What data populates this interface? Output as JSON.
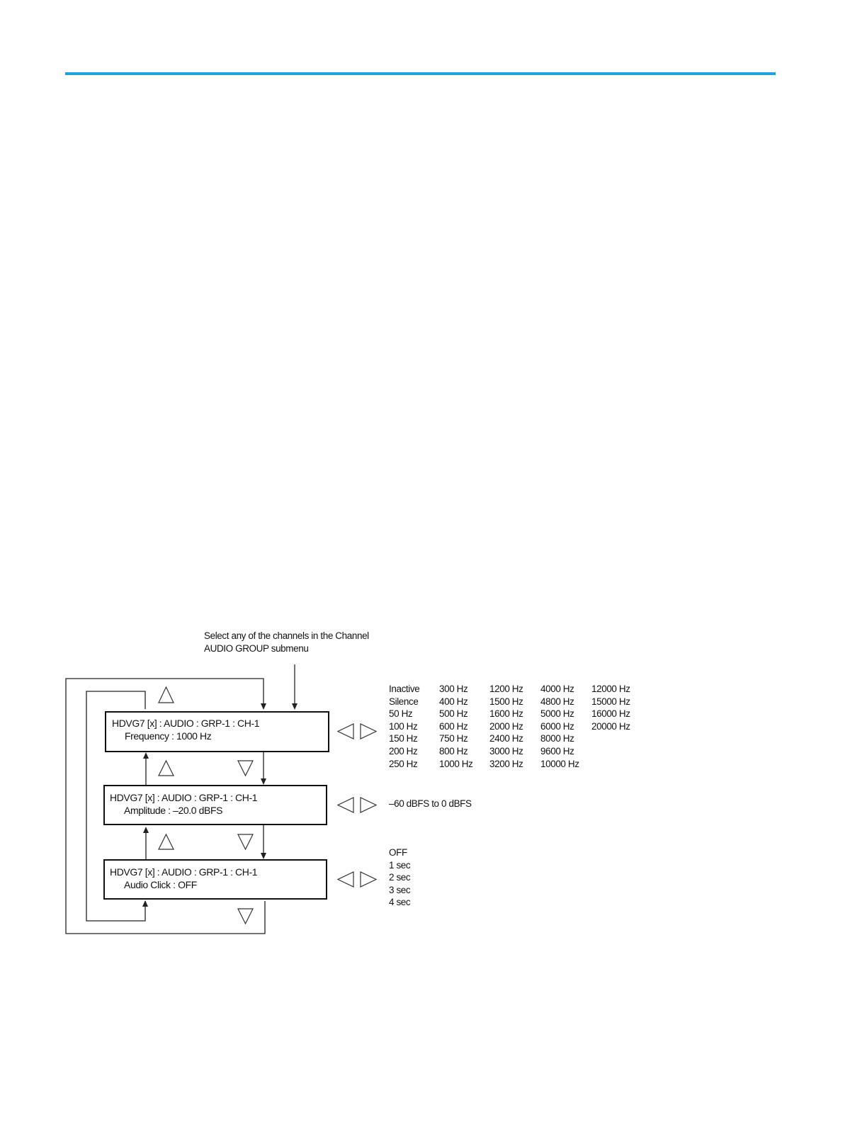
{
  "header_rule_color": "#1ea3dc",
  "callout": {
    "line1": "Select any of the channels in the Channel",
    "line2": "AUDIO GROUP submenu"
  },
  "menus": [
    {
      "title": "HDVG7 [x] :  AUDIO : GRP-1 : CH-1",
      "setting": "Frequency : 1000 Hz"
    },
    {
      "title": "HDVG7 [x] : AUDIO : GRP-1 : CH-1",
      "setting": "Amplitude :  –20.0 dBFS"
    },
    {
      "title": "HDVG7 [x] : AUDIO : GRP-1 : CH-1",
      "setting": "Audio Click : OFF"
    }
  ],
  "frequency_options": [
    [
      "Inactive",
      "Silence",
      "50 Hz",
      "100 Hz",
      "150 Hz",
      "200 Hz",
      "250 Hz"
    ],
    [
      "300 Hz",
      "400 Hz",
      "500 Hz",
      "600 Hz",
      "750 Hz",
      "800 Hz",
      "1000 Hz"
    ],
    [
      "1200 Hz",
      "1500 Hz",
      "1600 Hz",
      "2000 Hz",
      "2400 Hz",
      "3000 Hz",
      "3200 Hz"
    ],
    [
      "4000 Hz",
      "4800 Hz",
      "5000 Hz",
      "6000 Hz",
      "8000 Hz",
      "9600 Hz",
      "10000 Hz"
    ],
    [
      "12000 Hz",
      "15000 Hz",
      "16000 Hz",
      "20000 Hz"
    ]
  ],
  "amplitude_range": "–60 dBFS to 0 dBFS",
  "click_options": [
    "OFF",
    "1 sec",
    "2 sec",
    "3 sec",
    "4 sec"
  ]
}
